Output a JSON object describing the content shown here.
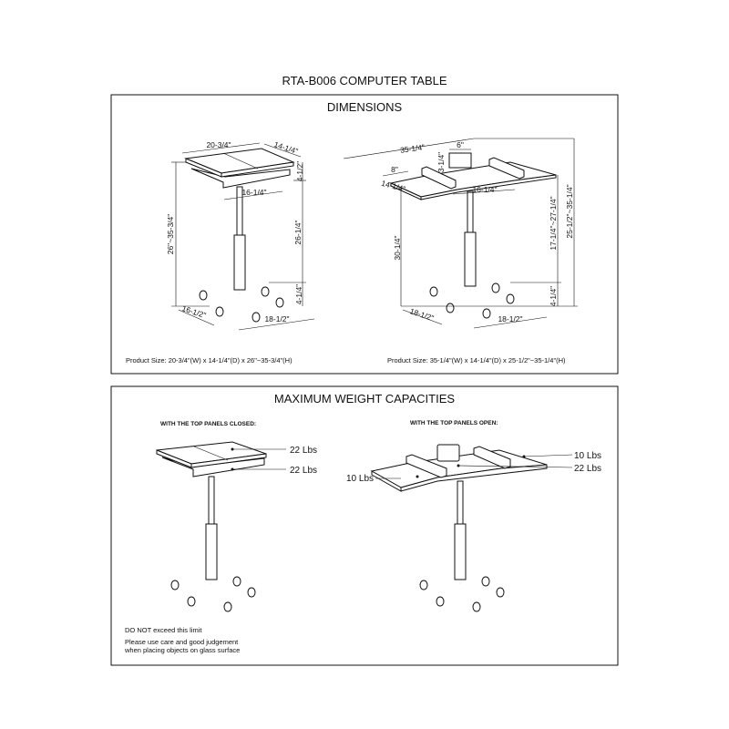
{
  "title": "RTA-B006  COMPUTER TABLE",
  "dimensions": {
    "heading": "DIMENSIONS",
    "closed": {
      "width": "20-3/4\"",
      "depth": "14-1/4\"",
      "drawer_height": "4-1/2\"",
      "drawer_width": "16-1/4\"",
      "total_height": "26\"~35-3/4\"",
      "post_height": "26-1/4\"",
      "base_height": "4-1/4\"",
      "base_depth": "16-1/2\"",
      "base_width": "18-1/2\"",
      "product_size": "Product Size: 20-3/4\"(W) x 14-1/4\"(D) x 26\"~35-3/4\"(H)"
    },
    "open": {
      "width": "35-1/4\"",
      "stand_width": "6\"",
      "stand_height": "3-1/4\"",
      "wing_width": "8\"",
      "depth": "14-1/4\"",
      "inner_width": "16-1/4\"",
      "wing_height": "30-1/4\"",
      "adjust_range": "17-1/4\"~27-1/4\"",
      "total_height": "25-1/2\"~35-1/4\"",
      "base_height": "4-1/4\"",
      "base_depth": "18-1/2\"",
      "base_width": "18-1/2\"",
      "product_size": "Product Size: 35-1/4\"(W) x 14-1/4\"(D) x 25-1/2\"~35-1/4\"(H)"
    }
  },
  "capacities": {
    "heading": "MAXIMUM WEIGHT CAPACITIES",
    "closed": {
      "label": "WITH THE TOP PANELS CLOSED:",
      "top": "22 Lbs",
      "drawer": "22 Lbs"
    },
    "open": {
      "label": "WITH THE TOP PANELS OPEN:",
      "left_wing": "10 Lbs",
      "right_wing": "10 Lbs",
      "center": "22 Lbs"
    },
    "notes": [
      "DO NOT exceed this limit",
      "Please use care and good judgement",
      "when placing objects on glass surface"
    ]
  }
}
